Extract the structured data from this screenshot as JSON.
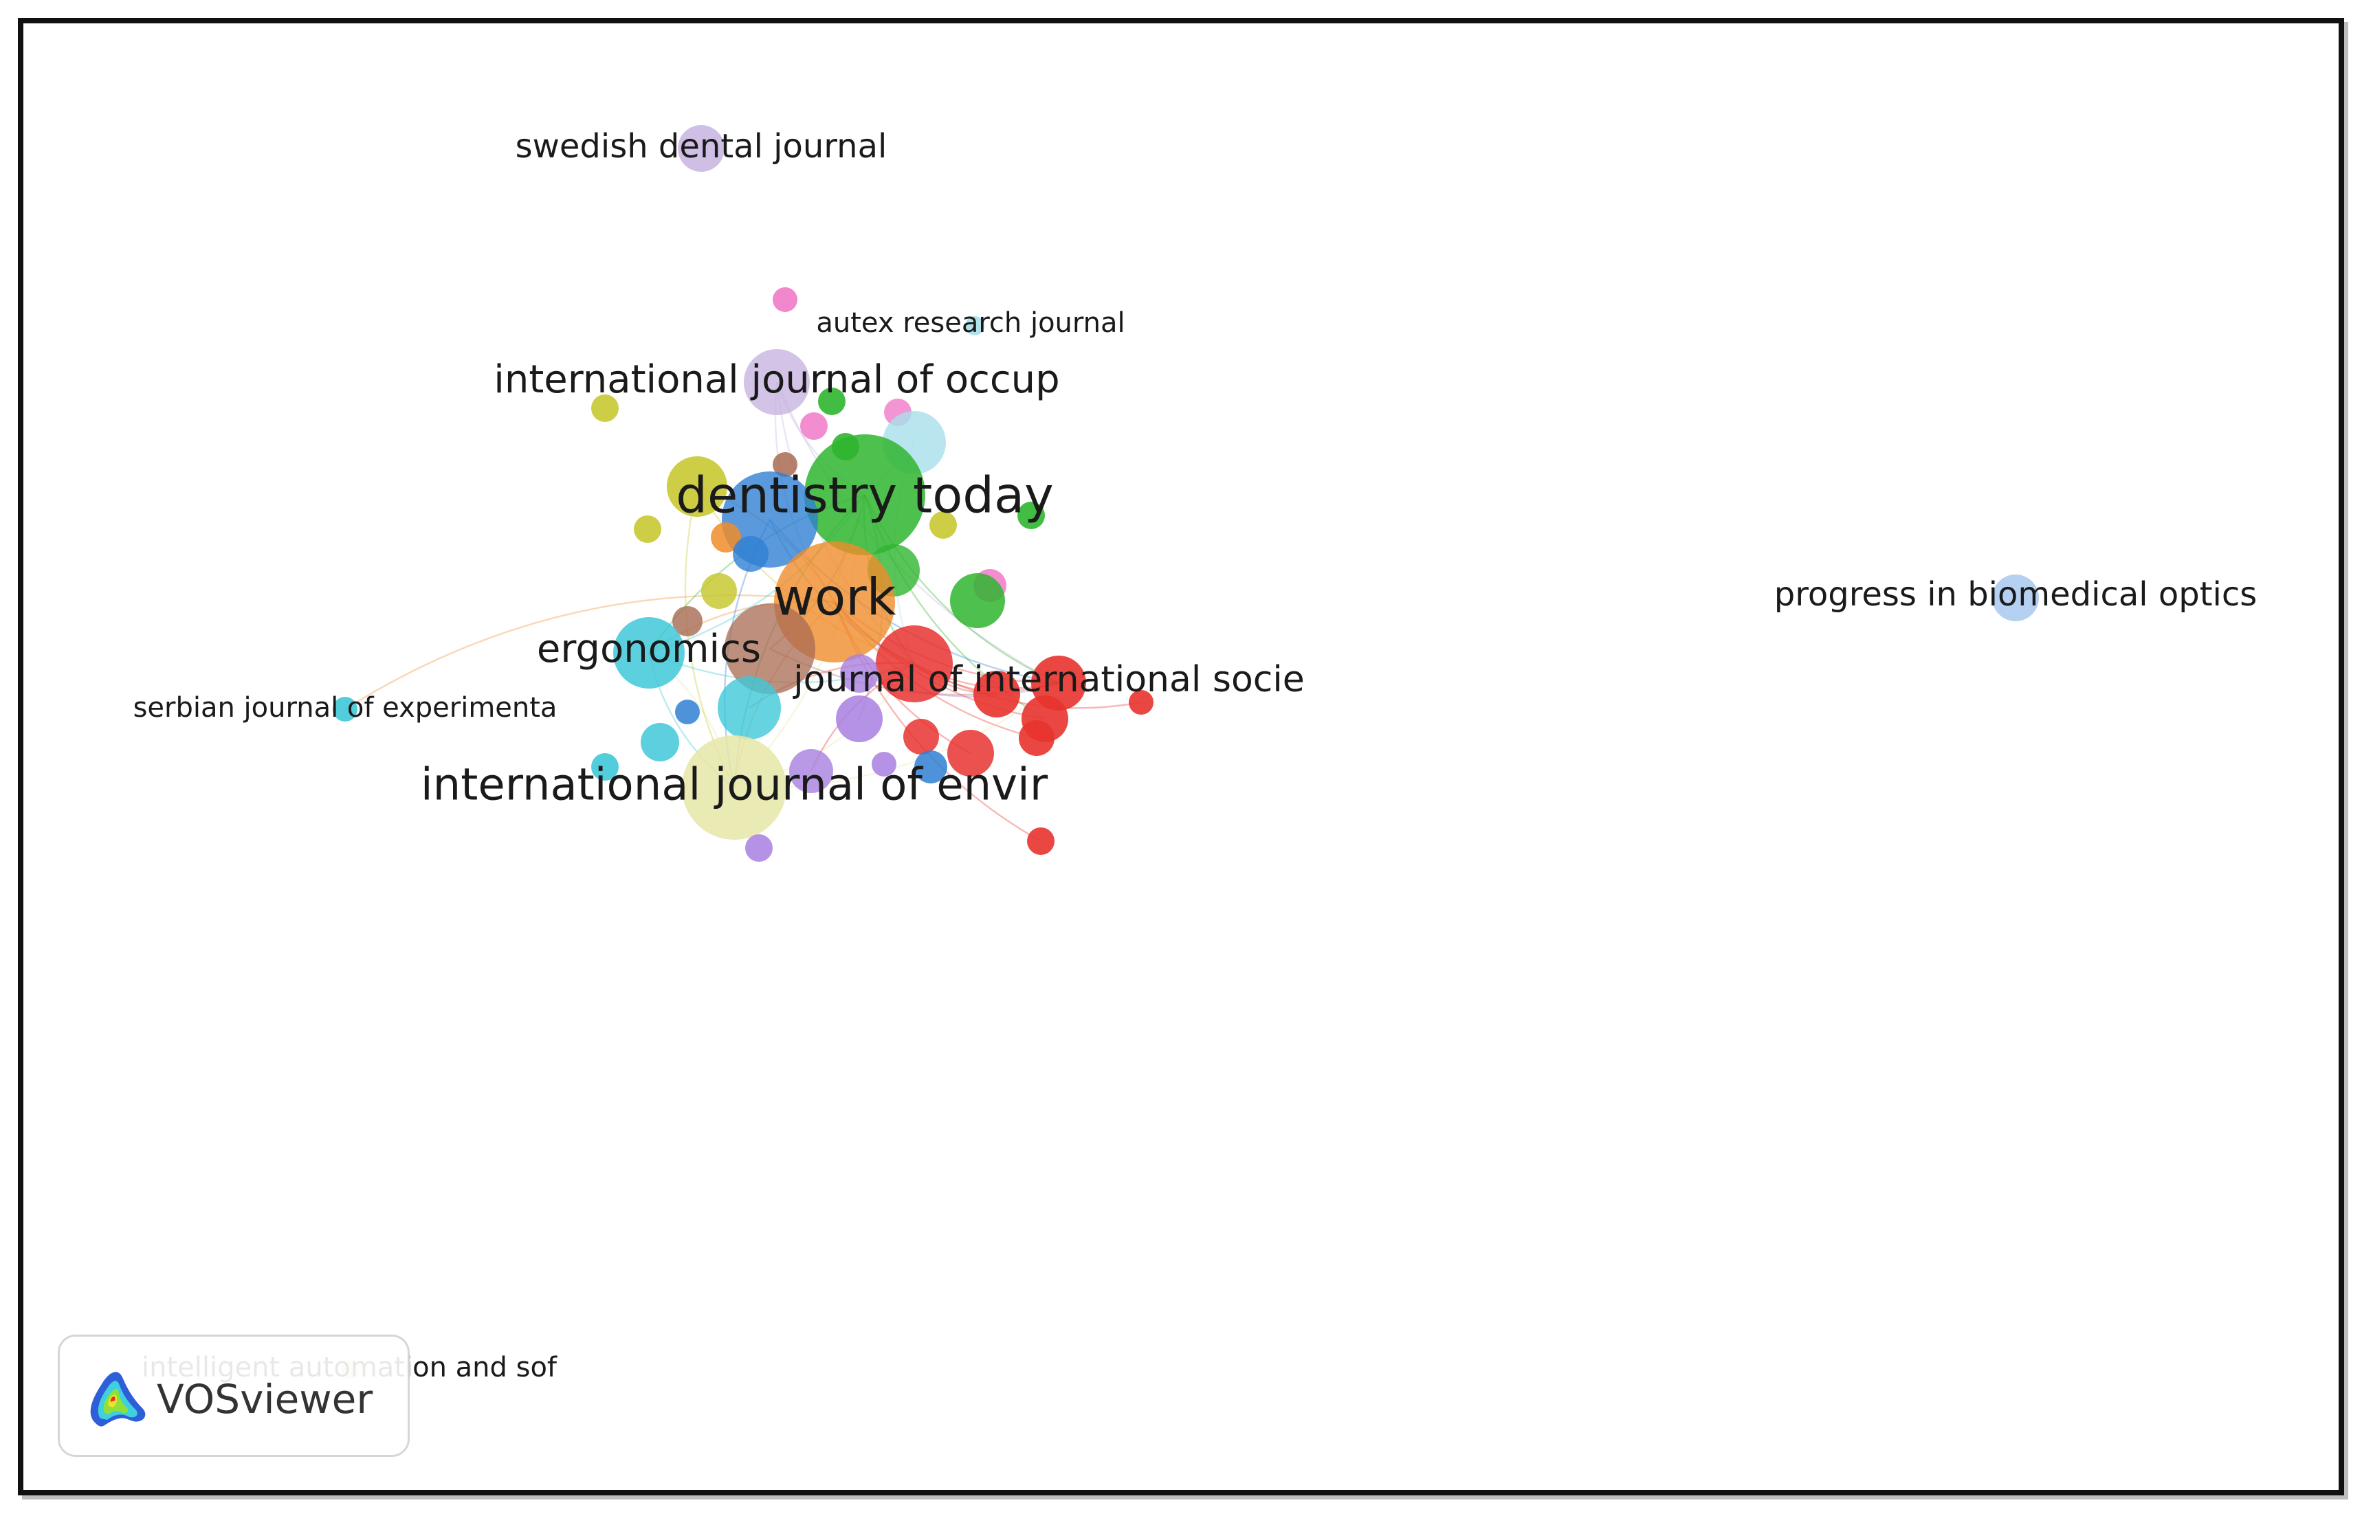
{
  "app": {
    "brand": "VOSviewer",
    "logo_icon": "vosviewer-density-icon"
  },
  "network": {
    "type": "journal-citation-network",
    "labels": [
      {
        "id": "swedish-dental-journal",
        "text": "swedish dental journal"
      },
      {
        "id": "autex-research-journal",
        "text": "autex research journal"
      },
      {
        "id": "international-journal-of-occup",
        "text": "international journal of occup"
      },
      {
        "id": "dentistry-today",
        "text": "dentistry today"
      },
      {
        "id": "work",
        "text": "work"
      },
      {
        "id": "ergonomics",
        "text": "ergonomics"
      },
      {
        "id": "journal-of-international-socie",
        "text": "journal of international socie"
      },
      {
        "id": "serbian-journal-of-experimenta",
        "text": "serbian journal of experimenta"
      },
      {
        "id": "international-journal-of-envir",
        "text": "international journal of envir"
      },
      {
        "id": "progress-in-biomedical-optics",
        "text": "progress in biomedical optics"
      },
      {
        "id": "intelligent-automation-and-sof",
        "text": "intelligent automation and sof"
      }
    ],
    "cluster_colors": {
      "red": "#e8332f",
      "green": "#2fb52f",
      "blue": "#2f7fd3",
      "yellow-olive": "#c8c832",
      "purple": "#a87fe0",
      "cyan": "#3fc8d8",
      "orange": "#f08c2a",
      "brown": "#a86a52",
      "pink": "#f07ac8",
      "light-purple": "#c8b4e0",
      "light-yellow": "#e6e6a8",
      "light-blue": "#a8c8ee",
      "light-cyan": "#a8e0ea"
    }
  }
}
